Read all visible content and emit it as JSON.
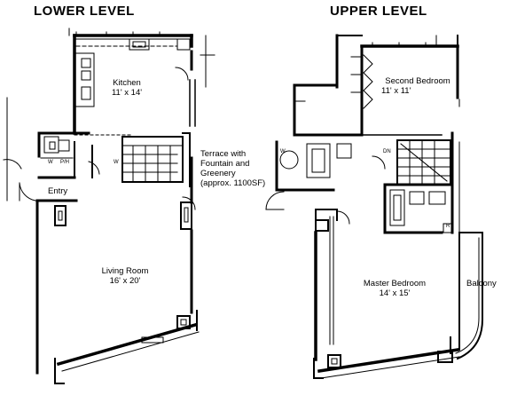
{
  "lower_level": {
    "title": "LOWER LEVEL",
    "kitchen": {
      "name": "Kitchen",
      "size": "11' x 14'"
    },
    "living_room": {
      "name": "Living Room",
      "size": "16' x 20'"
    },
    "entry": {
      "name": "Entry"
    },
    "terrace": {
      "line1": "Terrace with",
      "line2": "Fountain and",
      "line3": "Greenery",
      "line4": "(approx. 1100SF)"
    },
    "stair_tag": "W",
    "closet_tags": {
      "a": "W",
      "b": "P/H"
    }
  },
  "upper_level": {
    "title": "UPPER LEVEL",
    "second_bedroom": {
      "name": "Second Bedroom",
      "size": "11' x 11'"
    },
    "master_bedroom": {
      "name": "Master Bedroom",
      "size": "14' x 15'"
    },
    "balcony": {
      "name": "Balcony"
    },
    "stair_tag": "DN",
    "closet_tags": {
      "a": "W",
      "b": "R"
    }
  },
  "colors": {
    "line": "#000000",
    "background": "#ffffff"
  }
}
